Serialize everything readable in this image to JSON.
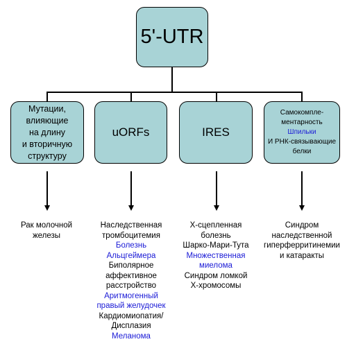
{
  "root": {
    "label": "5'-UTR"
  },
  "categories": [
    {
      "label_lines": [
        "Мутации,",
        "влияющие",
        "на длину",
        "и вторичную",
        "структуру"
      ]
    },
    {
      "label_lines": [
        "uORFs"
      ]
    },
    {
      "label_lines": [
        "IRES"
      ]
    },
    {
      "label_lines": [
        "Самокомпле-",
        "ментарность",
        "Шпильки",
        "И РНК-связывающие",
        "белки"
      ],
      "blue_line_index": 2
    }
  ],
  "diseases": [
    [
      {
        "text": "Рак молочной",
        "color": "#000000"
      },
      {
        "text": "железы",
        "color": "#000000"
      }
    ],
    [
      {
        "text": "Наследственная",
        "color": "#000000"
      },
      {
        "text": "тромбоцитемия",
        "color": "#000000"
      },
      {
        "text": "Болезнь",
        "color": "#1a1ad6"
      },
      {
        "text": "Альцгеймера",
        "color": "#1a1ad6"
      },
      {
        "text": "Биполярное",
        "color": "#000000"
      },
      {
        "text": "аффективное",
        "color": "#000000"
      },
      {
        "text": "расстройство",
        "color": "#000000"
      },
      {
        "text": "Аритмогенный",
        "color": "#1a1ad6"
      },
      {
        "text": "правый желудочек",
        "color": "#1a1ad6"
      },
      {
        "text": "Кардиомиопатия/",
        "color": "#000000"
      },
      {
        "text": "Дисплазия",
        "color": "#000000"
      },
      {
        "text": "Меланома",
        "color": "#1a1ad6"
      }
    ],
    [
      {
        "text": "Х-сцепленная",
        "color": "#000000"
      },
      {
        "text": "болезнь",
        "color": "#000000"
      },
      {
        "text": "Шарко-Мари-Тута",
        "color": "#000000"
      },
      {
        "text": "Множественная",
        "color": "#1a1ad6"
      },
      {
        "text": "миелома",
        "color": "#1a1ad6"
      },
      {
        "text": "Синдром ломкой",
        "color": "#000000"
      },
      {
        "text": "Х-хромосомы",
        "color": "#000000"
      }
    ],
    [
      {
        "text": "Синдром",
        "color": "#000000"
      },
      {
        "text": "наследственной",
        "color": "#000000"
      },
      {
        "text": "гиперферритинемии",
        "color": "#000000"
      },
      {
        "text": "и катаракты",
        "color": "#000000"
      }
    ]
  ],
  "colors": {
    "box_fill": "#a8d3d6",
    "highlight": "#1a1ad6",
    "text": "#000000"
  }
}
